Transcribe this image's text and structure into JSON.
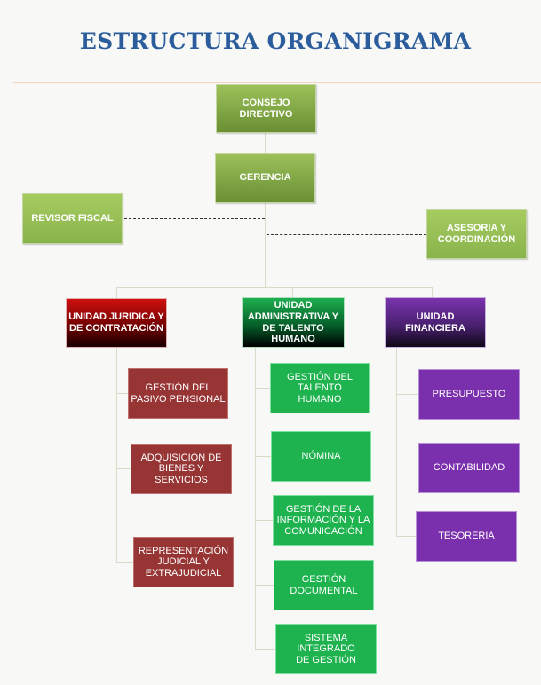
{
  "title": "ESTRUCTURA ORGANIGRAMA",
  "colors": {
    "title": "#2b5c9c",
    "top": "#7aa03c",
    "red": "#973535",
    "green": "#1fb350",
    "purple": "#7a2fad"
  },
  "top": {
    "consejo": "CONSEJO DIRECTIVO",
    "gerencia": "GERENCIA",
    "revisor": "REVISOR FISCAL",
    "asesoria": "ASESORIA Y COORDINACIÓN"
  },
  "units": {
    "juridica": {
      "label": "UNIDAD JURIDICA Y DE CONTRATACIÓN",
      "items": [
        "GESTIÓN DEL PASIVO PENSIONAL",
        "ADQUISICIÓN DE BIENES Y SERVICIOS",
        "REPRESENTACIÓN JUDICIAL Y EXTRAJUDICIAL"
      ]
    },
    "administrativa": {
      "label": "UNIDAD ADMINISTRATIVA Y DE TALENTO HUMANO",
      "items": [
        "GESTIÓN DEL TALENTO HUMANO",
        "NÓMINA",
        "GESTIÓN DE LA INFORMACIÓN Y LA COMUNICACIÓN",
        "GESTIÓN DOCUMENTAL",
        "SISTEMA INTEGRADO DE GESTIÓN"
      ]
    },
    "financiera": {
      "label": "UNIDAD FINANCIERA",
      "items": [
        "PRESUPUESTO",
        "CONTABILIDAD",
        "TESORERIA"
      ]
    }
  }
}
